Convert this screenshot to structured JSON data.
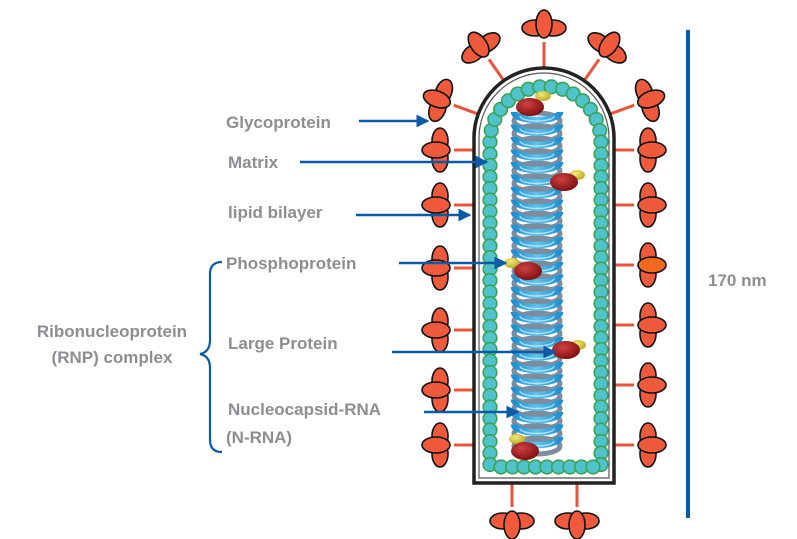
{
  "diagram": {
    "labels": {
      "glycoprotein": "Glycoprotein",
      "matrix": "Matrix",
      "lipid_bilayer": "lipid bilayer",
      "phosphoprotein": "Phosphoprotein",
      "large_protein": "Large Protein",
      "nucleocapsid_line1": "Nucleocapsid-RNA",
      "nucleocapsid_line2": "(N-RNA)",
      "rnp_line1": "Ribonucleoprotein",
      "rnp_line2": "(RNP) complex"
    },
    "scale": {
      "label": "170 nm"
    },
    "colors": {
      "label_text": "#8c8e92",
      "arrow": "#0b5aa8",
      "spike_fill": "#ef5a3c",
      "spike_stem": "#e8553c",
      "matrix_fill": "#4fc3c9",
      "matrix_stroke": "#3aa35a",
      "helix": "#3aaee0",
      "large_protein": "#a31c1c",
      "phosphoprotein": "#d8c436",
      "membrane": "#222222"
    }
  }
}
